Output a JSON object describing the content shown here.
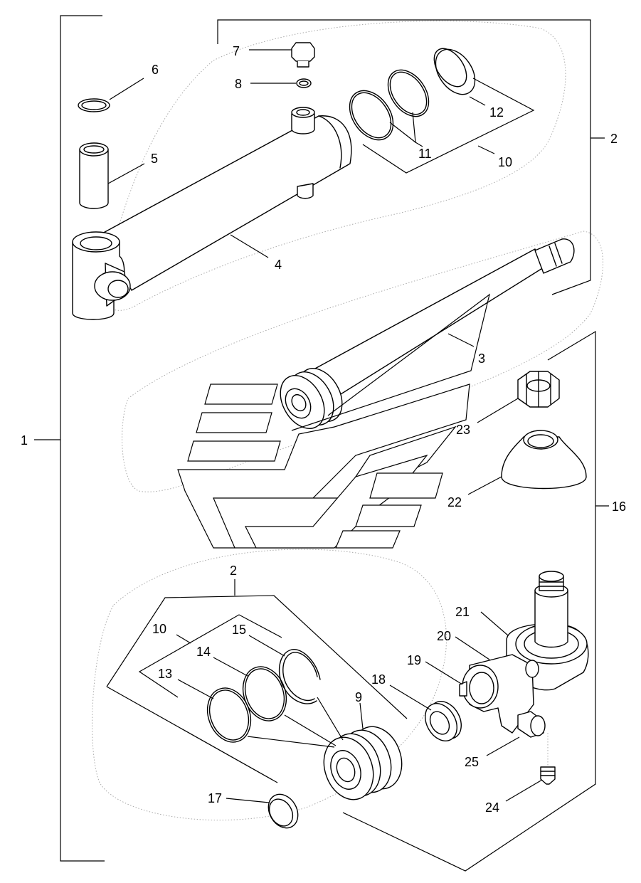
{
  "callouts": [
    {
      "id": "c1",
      "text": "1"
    },
    {
      "id": "c2a",
      "text": "2"
    },
    {
      "id": "c2b",
      "text": "2"
    },
    {
      "id": "c3",
      "text": "3"
    },
    {
      "id": "c4",
      "text": "4"
    },
    {
      "id": "c5",
      "text": "5"
    },
    {
      "id": "c6",
      "text": "6"
    },
    {
      "id": "c7",
      "text": "7"
    },
    {
      "id": "c8",
      "text": "8"
    },
    {
      "id": "c9",
      "text": "9"
    },
    {
      "id": "c10a",
      "text": "10"
    },
    {
      "id": "c10b",
      "text": "10"
    },
    {
      "id": "c11",
      "text": "11"
    },
    {
      "id": "c12",
      "text": "12"
    },
    {
      "id": "c13",
      "text": "13"
    },
    {
      "id": "c14",
      "text": "14"
    },
    {
      "id": "c15",
      "text": "15"
    },
    {
      "id": "c16",
      "text": "16"
    },
    {
      "id": "c17",
      "text": "17"
    },
    {
      "id": "c18",
      "text": "18"
    },
    {
      "id": "c19",
      "text": "19"
    },
    {
      "id": "c20",
      "text": "20"
    },
    {
      "id": "c21",
      "text": "21"
    },
    {
      "id": "c22",
      "text": "22"
    },
    {
      "id": "c23",
      "text": "23"
    },
    {
      "id": "c24",
      "text": "24"
    },
    {
      "id": "c25",
      "text": "25"
    }
  ]
}
